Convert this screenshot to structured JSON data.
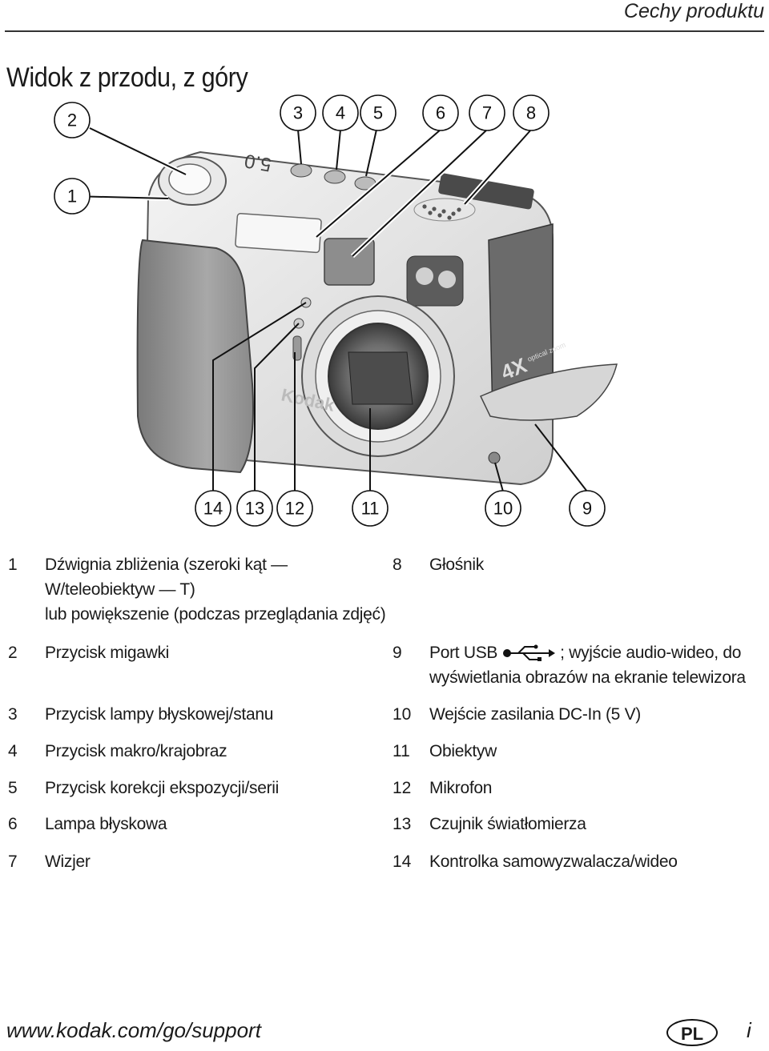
{
  "header": {
    "section_title": "Cechy produktu"
  },
  "page_title": "Widok z przodu, z góry",
  "figure": {
    "callouts": [
      "2",
      "3",
      "4",
      "5",
      "6",
      "7",
      "8",
      "1",
      "14",
      "13",
      "12",
      "11",
      "10",
      "9"
    ],
    "camera_text": {
      "brand": "Kodak",
      "zoom": "4X",
      "zoom_sub": "optical zoom",
      "mp": "5.0"
    }
  },
  "legend": {
    "left": [
      {
        "num": "1",
        "lines": [
          "Dźwignia zbliżenia (szeroki kąt —",
          "W/teleobiektyw — T)",
          "lub powiększenie (podczas przeglądania zdjęć)"
        ]
      },
      {
        "num": "2",
        "lines": [
          "Przycisk migawki"
        ]
      },
      {
        "num": "3",
        "lines": [
          "Przycisk lampy błyskowej/stanu"
        ]
      },
      {
        "num": "4",
        "lines": [
          "Przycisk makro/krajobraz"
        ]
      },
      {
        "num": "5",
        "lines": [
          "Przycisk korekcji ekspozycji/serii"
        ]
      },
      {
        "num": "6",
        "lines": [
          "Lampa błyskowa"
        ]
      },
      {
        "num": "7",
        "lines": [
          "Wizjer"
        ]
      }
    ],
    "right": [
      {
        "num": "8",
        "lines": [
          "Głośnik"
        ]
      },
      {
        "num": "9",
        "pre": "Port USB",
        "post": "; wyjście audio-wideo, do",
        "line2": "wyświetlania obrazów na ekranie telewizora"
      },
      {
        "num": "10",
        "lines": [
          "Wejście zasilania DC-In (5 V)"
        ]
      },
      {
        "num": "11",
        "lines": [
          "Obiektyw"
        ]
      },
      {
        "num": "12",
        "lines": [
          "Mikrofon"
        ]
      },
      {
        "num": "13",
        "lines": [
          "Czujnik światłomierza"
        ]
      },
      {
        "num": "14",
        "lines": [
          "Kontrolka samowyzwalacza/wideo"
        ]
      }
    ]
  },
  "footer": {
    "url": "www.kodak.com/go/support",
    "lang_badge": "PL",
    "page_number": "i"
  }
}
